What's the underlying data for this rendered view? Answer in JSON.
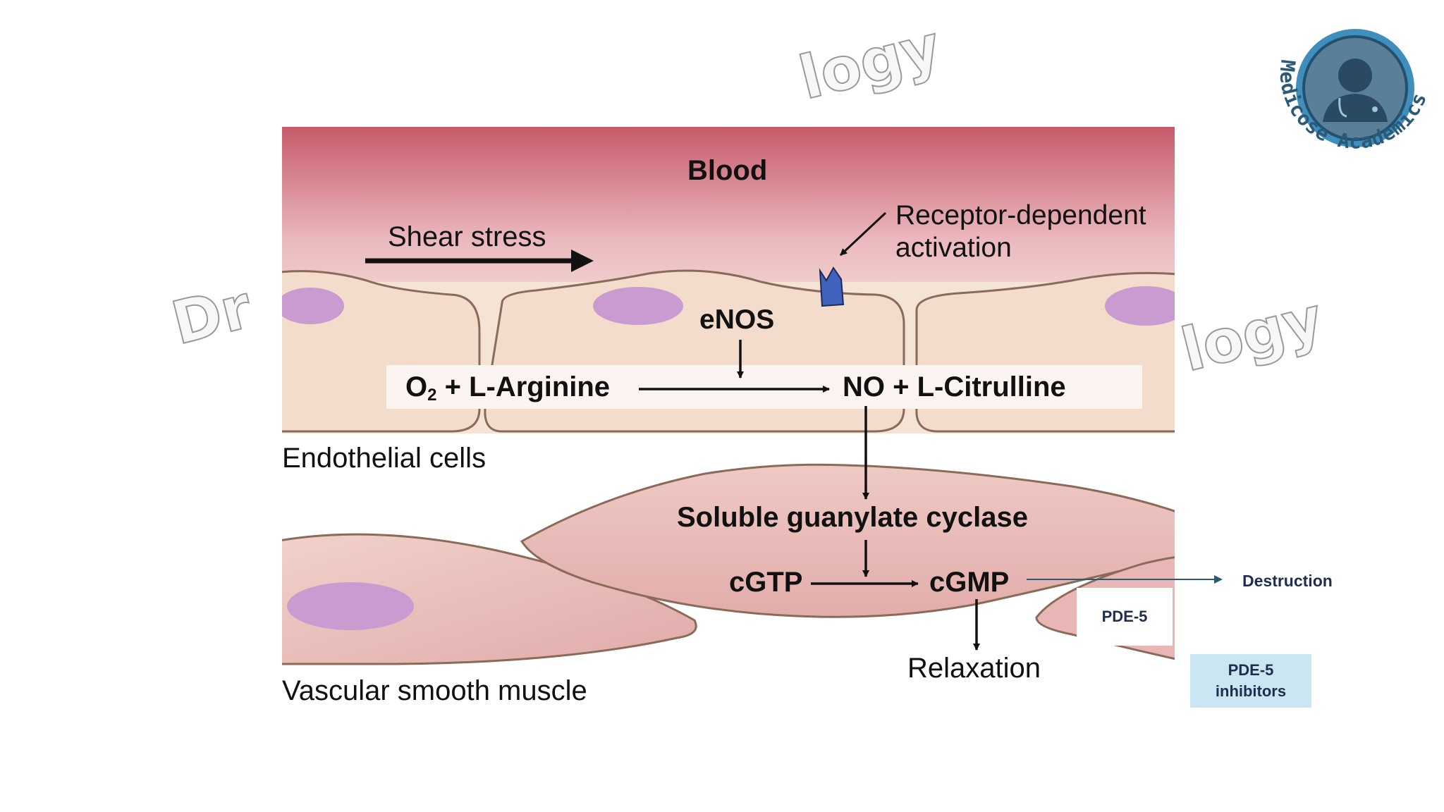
{
  "diagram": {
    "blood": "Blood",
    "shear_stress": "Shear stress",
    "receptor_line1": "Receptor-dependent",
    "receptor_line2": "activation",
    "enos": "eNOS",
    "o2": "O",
    "o2_sub": "2",
    "reactants_rest": " + L-Arginine",
    "products": "NO + L-Citrulline",
    "endothelial_cells": "Endothelial cells",
    "sgc": "Soluble guanylate cyclase",
    "cgtp": "cGTP",
    "cgmp": "cGMP",
    "relaxation": "Relaxation",
    "vsm": "Vascular smooth muscle"
  },
  "annotations": {
    "destruction": "Destruction",
    "pde5": "PDE-5",
    "inhibitors_line1": "PDE-5",
    "inhibitors_line2": "inhibitors"
  },
  "logo": {
    "text": "Medicose Academics",
    "icon": "doctor-avatar-icon"
  },
  "watermark": {
    "fragments": [
      "Dr",
      "logy",
      "logy"
    ]
  },
  "colors": {
    "blood_top": "#c75a6a",
    "cell_fill": "#f3dccb",
    "nucleus": "#c99bd0",
    "smooth_muscle": "#e5b7b4",
    "receptor": "#3f63bc",
    "annotation_text": "#1f2d4f",
    "inhibitor_box": "#c9e6f2",
    "logo_ring": "#2a6a8c"
  }
}
